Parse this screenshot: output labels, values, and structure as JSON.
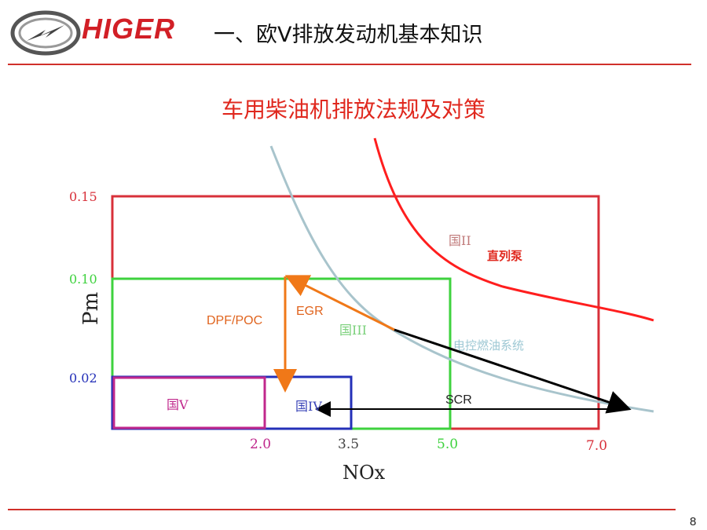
{
  "header": {
    "brand": "HIGER",
    "title": "一、欧V排放发动机基本知识"
  },
  "subtitle": "车用柴油机排放法规及对策",
  "diagram": {
    "y_label": "Pm",
    "x_label": "NOx",
    "y_ticks": [
      "0.15",
      "0.10",
      "0.02"
    ],
    "x_ticks": [
      "2.0",
      "3.5",
      "5.0",
      "7.0"
    ],
    "regions": {
      "guo2": "国II",
      "guo3": "国III",
      "guo4": "国IV",
      "guo5": "国V"
    },
    "annotations": {
      "inline_pump": "直列泵",
      "electronic_fuel": "电控燃油系统",
      "dpf_poc": "DPF/POC",
      "egr": "EGR",
      "scr": "SCR"
    },
    "colors": {
      "guo2": "#d8303a",
      "guo3": "#3ed23e",
      "guo4": "#2430b8",
      "guo5": "#c0288c",
      "inline_pump_curve": "#ff1e1e",
      "fuel_system_curve": "#a8c4cc",
      "egr_dpf": "#f07818",
      "scr_arrow": "#000000"
    }
  },
  "page_number": "8"
}
